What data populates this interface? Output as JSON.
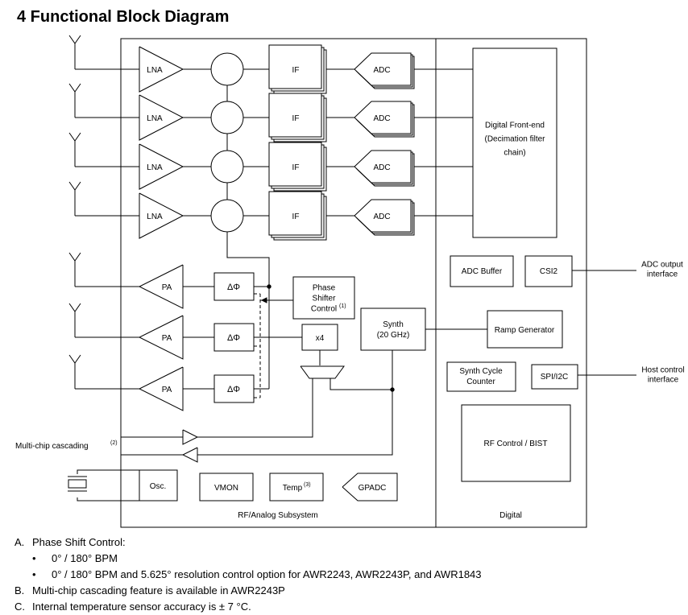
{
  "section_title": "4 Functional Block Diagram",
  "blocks": {
    "lna": "LNA",
    "if": "IF",
    "adc": "ADC",
    "pa": "PA",
    "phase_shifter": "ΔΦ",
    "phase_ctrl": [
      "Phase",
      "Shifter",
      "Control"
    ],
    "phase_ctrl_ref": "(1)",
    "x4": "x4",
    "synth": [
      "Synth",
      "(20 GHz)"
    ],
    "dfe": [
      "Digital Front-end",
      "(Decimation filter",
      "chain)"
    ],
    "adc_buffer": "ADC Buffer",
    "csi2": "CSI2",
    "ramp_gen": "Ramp Generator",
    "synth_cycle": [
      "Synth Cycle",
      "Counter"
    ],
    "spi_i2c": "SPI/I2C",
    "rf_control": "RF Control / BIST",
    "osc": "Osc.",
    "vmon": "VMON",
    "temp": "Temp",
    "temp_ref": "(3)",
    "gpadc": "GPADC"
  },
  "labels": {
    "adc_output": [
      "ADC output",
      "interface"
    ],
    "host_control": [
      "Host control",
      "interface"
    ],
    "multichip": "Multi-chip cascading",
    "multichip_ref": "(2)",
    "rf_subsystem": "RF/Analog Subsystem",
    "digital": "Digital"
  },
  "footnotes": [
    {
      "marker": "A.",
      "text": "Phase Shift Control:"
    },
    {
      "marker": "•",
      "text": "0° / 180° BPM"
    },
    {
      "marker": "•",
      "text": "0° / 180° BPM and 5.625° resolution control option for AWR2243, AWR2243P, and AWR1843"
    },
    {
      "marker": "B.",
      "text": "Multi-chip cascading feature is available in AWR2243P"
    },
    {
      "marker": "C.",
      "text": "Internal temperature sensor accuracy is ± 7 °C."
    }
  ]
}
